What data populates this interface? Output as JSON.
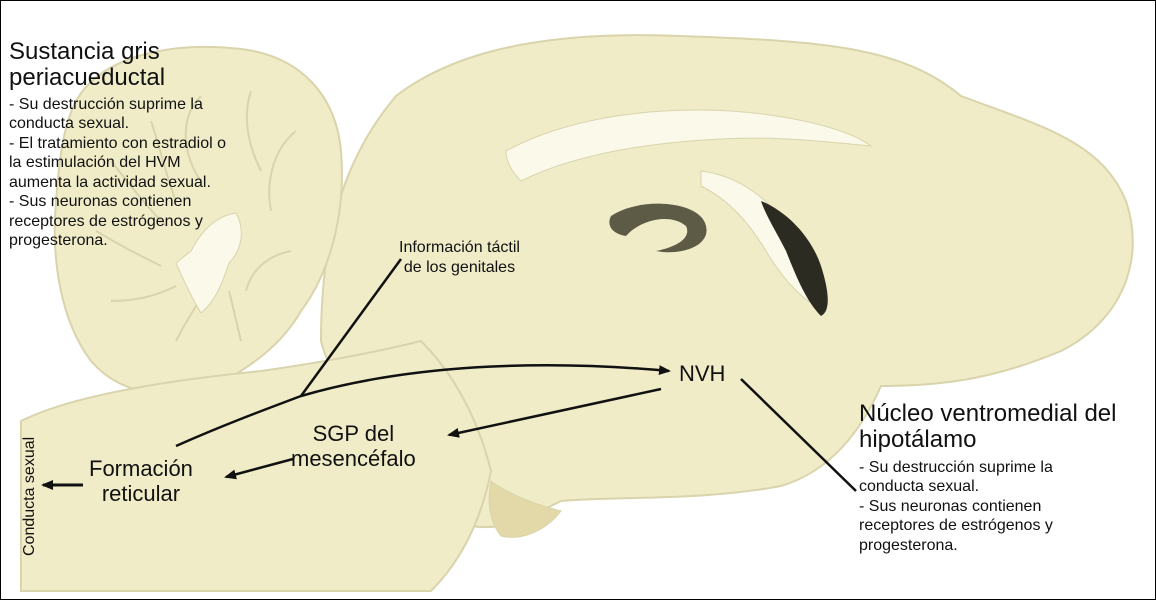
{
  "colors": {
    "tissue": "#f0ecc8",
    "tissue_edge": "#d9d4ac",
    "ventricle": "#fbf9ea",
    "dark_structure": "#2c2b22",
    "mid_structure": "#5d5a45",
    "ink": "#111111"
  },
  "labels": {
    "pag": {
      "title": [
        "Sustancia gris",
        "periacueductal"
      ],
      "lines": [
        " - Su destrucción suprime la",
        "conducta sexual.",
        " - El tratamiento con estradiol o",
        "la estimulación del HVM",
        "aumenta la actividad sexual.",
        " - Sus neuronas contienen",
        "receptores de estrógenos y",
        "progesterona."
      ]
    },
    "tactile": [
      "Información táctil",
      "de los genitales"
    ],
    "nvh": "NVH",
    "sgp": [
      "SGP del",
      "mesencéfalo"
    ],
    "reticular": [
      "Formación",
      "reticular"
    ],
    "conducta_sexual": "Conducta sexual",
    "vmh": {
      "title": [
        "Núcleo ventromedial del",
        "hipotálamo"
      ],
      "lines": [
        " - Su destrucción suprime la",
        "conducta sexual.",
        " - Sus neuronas contienen",
        "receptores de estrógenos y",
        "progesterona."
      ]
    }
  }
}
